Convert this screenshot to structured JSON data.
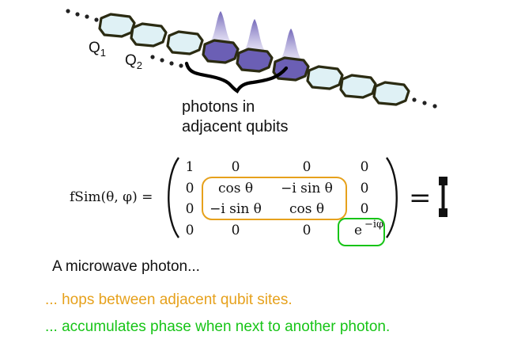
{
  "diagram": {
    "qubit_labels": [
      {
        "main": "Q",
        "sub": "1"
      },
      {
        "main": "Q",
        "sub": "2"
      }
    ],
    "photon_caption": [
      "photons in",
      "adjacent qubits"
    ],
    "equation": {
      "lhs": "fSim(θ, φ) =",
      "matrix": [
        [
          "1",
          "0",
          "0",
          "0"
        ],
        [
          "0",
          "cos θ",
          "−i sin θ",
          "0"
        ],
        [
          "0",
          "−i sin θ",
          "cos θ",
          "0"
        ],
        [
          "0",
          "0",
          "0",
          "e"
        ]
      ],
      "phase_exponent": "−iφ",
      "rhs": "="
    },
    "colors": {
      "qubit_fill": "#dff1f5",
      "qubit_photon_fill": "#6b5fb5",
      "qubit_outline": "#2b2b12",
      "hop_box": "#e6a11c",
      "phase_box": "#17c417"
    }
  },
  "text_lines": {
    "line1": "A microwave photon...",
    "line2": "... hops between adjacent qubit sites.",
    "line3": "... accumulates phase when next to another photon."
  }
}
